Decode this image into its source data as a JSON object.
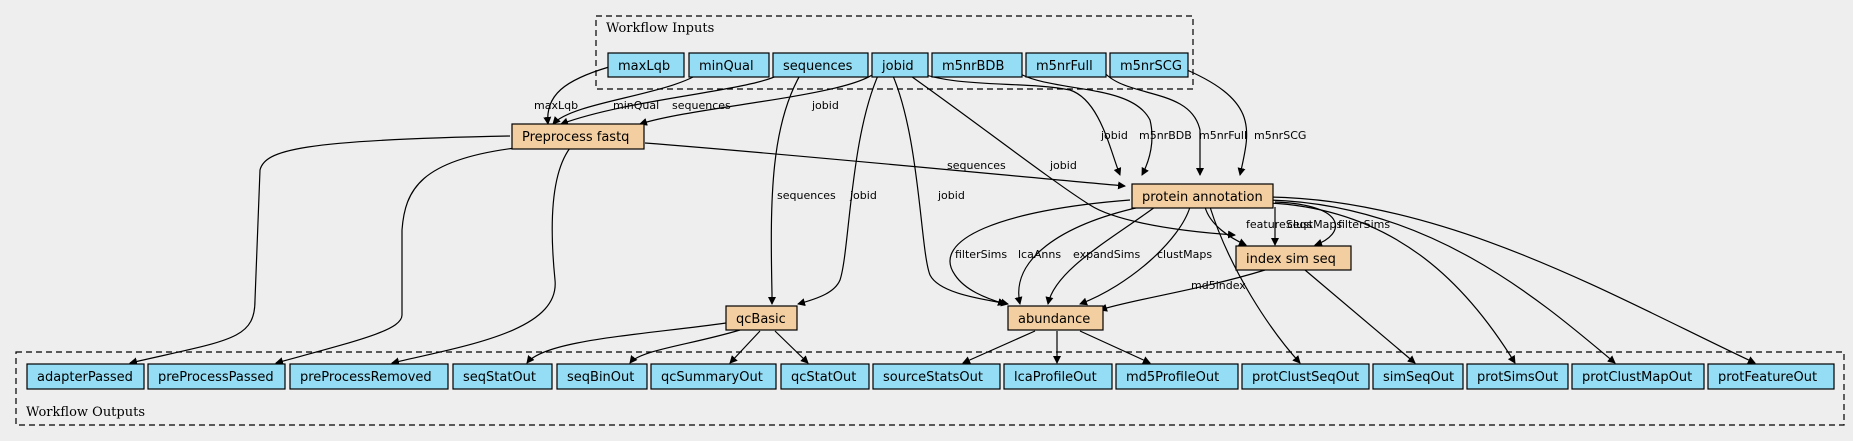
{
  "clusters": {
    "inputs_label": "Workflow Inputs",
    "outputs_label": "Workflow Outputs"
  },
  "inputs": {
    "maxLqb": "maxLqb",
    "minQual": "minQual",
    "sequences": "sequences",
    "jobid": "jobid",
    "m5nrBDB": "m5nrBDB",
    "m5nrFull": "m5nrFull",
    "m5nrSCG": "m5nrSCG"
  },
  "steps": {
    "preprocess": "Preprocess fastq",
    "protein_annotation": "protein annotation",
    "index_sim_seq": "index sim seq",
    "qcbasic": "qcBasic",
    "abundance": "abundance"
  },
  "outputs": {
    "adapterPassed": "adapterPassed",
    "preProcessPassed": "preProcessPassed",
    "preProcessRemoved": "preProcessRemoved",
    "seqStatOut": "seqStatOut",
    "seqBinOut": "seqBinOut",
    "qcSummaryOut": "qcSummaryOut",
    "qcStatOut": "qcStatOut",
    "sourceStatsOut": "sourceStatsOut",
    "lcaProfileOut": "lcaProfileOut",
    "md5ProfileOut": "md5ProfileOut",
    "protClustSeqOut": "protClustSeqOut",
    "simSeqOut": "simSeqOut",
    "protSimsOut": "protSimsOut",
    "protClustMapOut": "protClustMapOut",
    "protFeatureOut": "protFeatureOut"
  },
  "edge_labels": {
    "maxLqb": "maxLqb",
    "minQual": "minQual",
    "sequences_pre": "sequences",
    "jobid_pre": "jobid",
    "sequences_prot": "sequences",
    "sequences_qc": "sequences",
    "jobid_qc": "jobid",
    "jobid_abund": "jobid",
    "jobid_index": "jobid",
    "jobid_prot": "jobid",
    "m5nrBDB": "m5nrBDB",
    "m5nrFull": "m5nrFull",
    "m5nrSCG": "m5nrSCG",
    "featureSeqs": "featureSeqs",
    "clustMaps_index": "clustMaps",
    "filterSims_index": "filterSims",
    "filterSims_abund": "filterSims",
    "lcaAnns": "lcaAnns",
    "expandSims": "expandSims",
    "clustMaps_abund": "clustMaps",
    "md5index": "md5index"
  }
}
